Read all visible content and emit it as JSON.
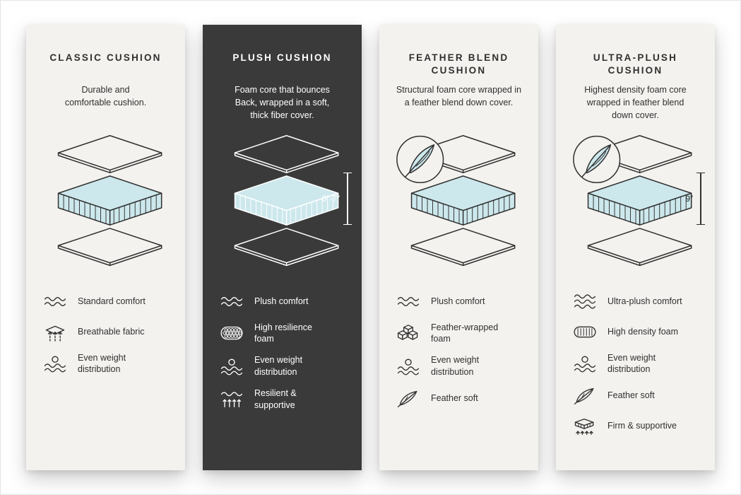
{
  "colors": {
    "page_bg": "#ffffff",
    "card_light_bg": "#f4f2ef",
    "card_dark_bg": "#3a3a3a",
    "ink_dark": "#303030",
    "ink_light": "#ffffff",
    "foam_fill": "#cde8ec"
  },
  "cards": [
    {
      "title": "CLASSIC CUSHION",
      "description": "Durable and\ncomfortable cushion.",
      "theme": "light",
      "illustration": {
        "feather_badge": false,
        "measurement": ""
      },
      "features": [
        {
          "icon": "waves2",
          "label": "Standard comfort"
        },
        {
          "icon": "breathable",
          "label": "Breathable fabric"
        },
        {
          "icon": "ball",
          "label": "Even weight\ndistribution"
        }
      ]
    },
    {
      "title": "PLUSH CUSHION",
      "description": "Foam core that bounces\nBack, wrapped in a soft,\nthick fiber cover.",
      "theme": "dark",
      "illustration": {
        "feather_badge": false,
        "measurement": "6”-7”"
      },
      "features": [
        {
          "icon": "waves2",
          "label": "Plush comfort"
        },
        {
          "icon": "honeycomb",
          "label": "High resilience\nfoam"
        },
        {
          "icon": "ball",
          "label": "Even weight\ndistribution"
        },
        {
          "icon": "springs",
          "label": "Resilient &\nsupportive"
        }
      ]
    },
    {
      "title": "FEATHER BLEND\nCUSHION",
      "description": "Structural foam core wrapped in\na feather blend down cover.",
      "theme": "light",
      "illustration": {
        "feather_badge": true,
        "measurement": ""
      },
      "features": [
        {
          "icon": "waves2",
          "label": "Plush comfort"
        },
        {
          "icon": "bricks",
          "label": "Feather-wrapped\nfoam"
        },
        {
          "icon": "ball",
          "label": "Even weight\ndistribution"
        },
        {
          "icon": "feather",
          "label": "Feather soft"
        }
      ]
    },
    {
      "title": "ULTRA-PLUSH\nCUSHION",
      "description": "Highest density foam core\nwrapped in feather blend\ndown cover.",
      "theme": "light",
      "illustration": {
        "feather_badge": true,
        "measurement": "9”"
      },
      "features": [
        {
          "icon": "waves3",
          "label": "Ultra-plush comfort"
        },
        {
          "icon": "density",
          "label": "High density foam"
        },
        {
          "icon": "ball",
          "label": "Even weight\ndistribution"
        },
        {
          "icon": "feather",
          "label": "Feather soft"
        },
        {
          "icon": "firm",
          "label": "Firm & supportive"
        }
      ]
    }
  ]
}
